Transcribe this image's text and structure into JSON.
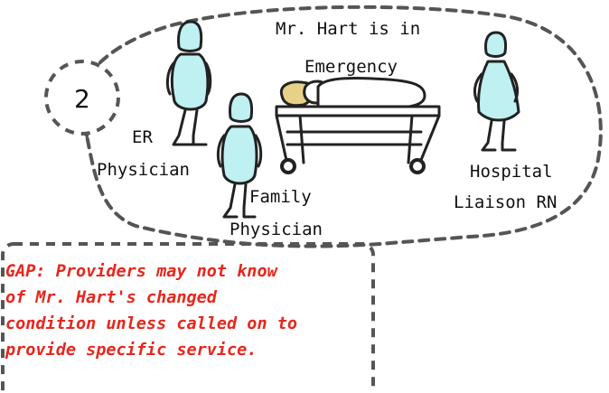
{
  "step": {
    "number": "2"
  },
  "scene": {
    "caption_line1": "Mr. Hart is in",
    "caption_line2": "Emergency",
    "people": [
      {
        "line1": "ER",
        "line2": "Physician"
      },
      {
        "line1": "Family",
        "line2": "Physician"
      },
      {
        "line1": "Hospital",
        "line2": "Liaison RN"
      }
    ]
  },
  "gap_note": {
    "lines": [
      "GAP: Providers may not know",
      "of Mr. Hart's changed",
      "condition unless called on to",
      "provide specific service."
    ]
  },
  "colors": {
    "figure_fill": "#bff0f2",
    "pillow_fill": "#e6d186",
    "gap_text": "#e8261c",
    "outline": "#222222"
  }
}
